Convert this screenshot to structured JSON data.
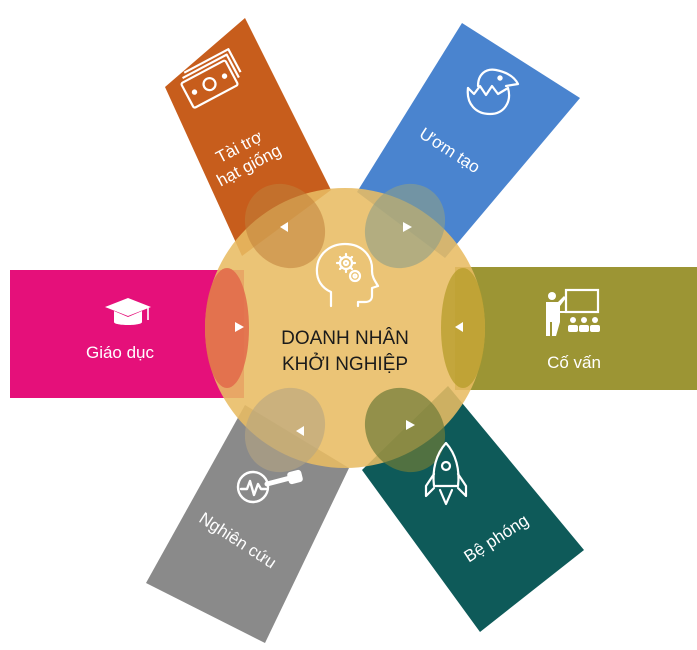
{
  "center": {
    "line1": "DOANH NHÂN",
    "line2": "KHỞI NGHIỆP",
    "icon": "head-with-gears-icon",
    "color": "#E8BC63"
  },
  "petals": [
    {
      "id": "seed-funding",
      "lines": [
        "Tài trợ",
        "hạt giống"
      ],
      "icon": "money-icon",
      "color": "#C75D1C"
    },
    {
      "id": "incubation",
      "lines": [
        "Ươm tạo"
      ],
      "icon": "hatching-egg-icon",
      "color": "#4A84CF"
    },
    {
      "id": "mentoring",
      "lines": [
        "Cố vấn"
      ],
      "icon": "teacher-board-icon",
      "color": "#9C9534"
    },
    {
      "id": "launchpad",
      "lines": [
        "Bệ phóng"
      ],
      "icon": "rocket-icon",
      "color": "#0E5A59"
    },
    {
      "id": "research",
      "lines": [
        "Nghiên cứu"
      ],
      "icon": "magnifier-chart-icon",
      "color": "#8A8A8A"
    },
    {
      "id": "education",
      "lines": [
        "Giáo dục"
      ],
      "icon": "graduation-cap-icon",
      "color": "#E5107A"
    }
  ]
}
